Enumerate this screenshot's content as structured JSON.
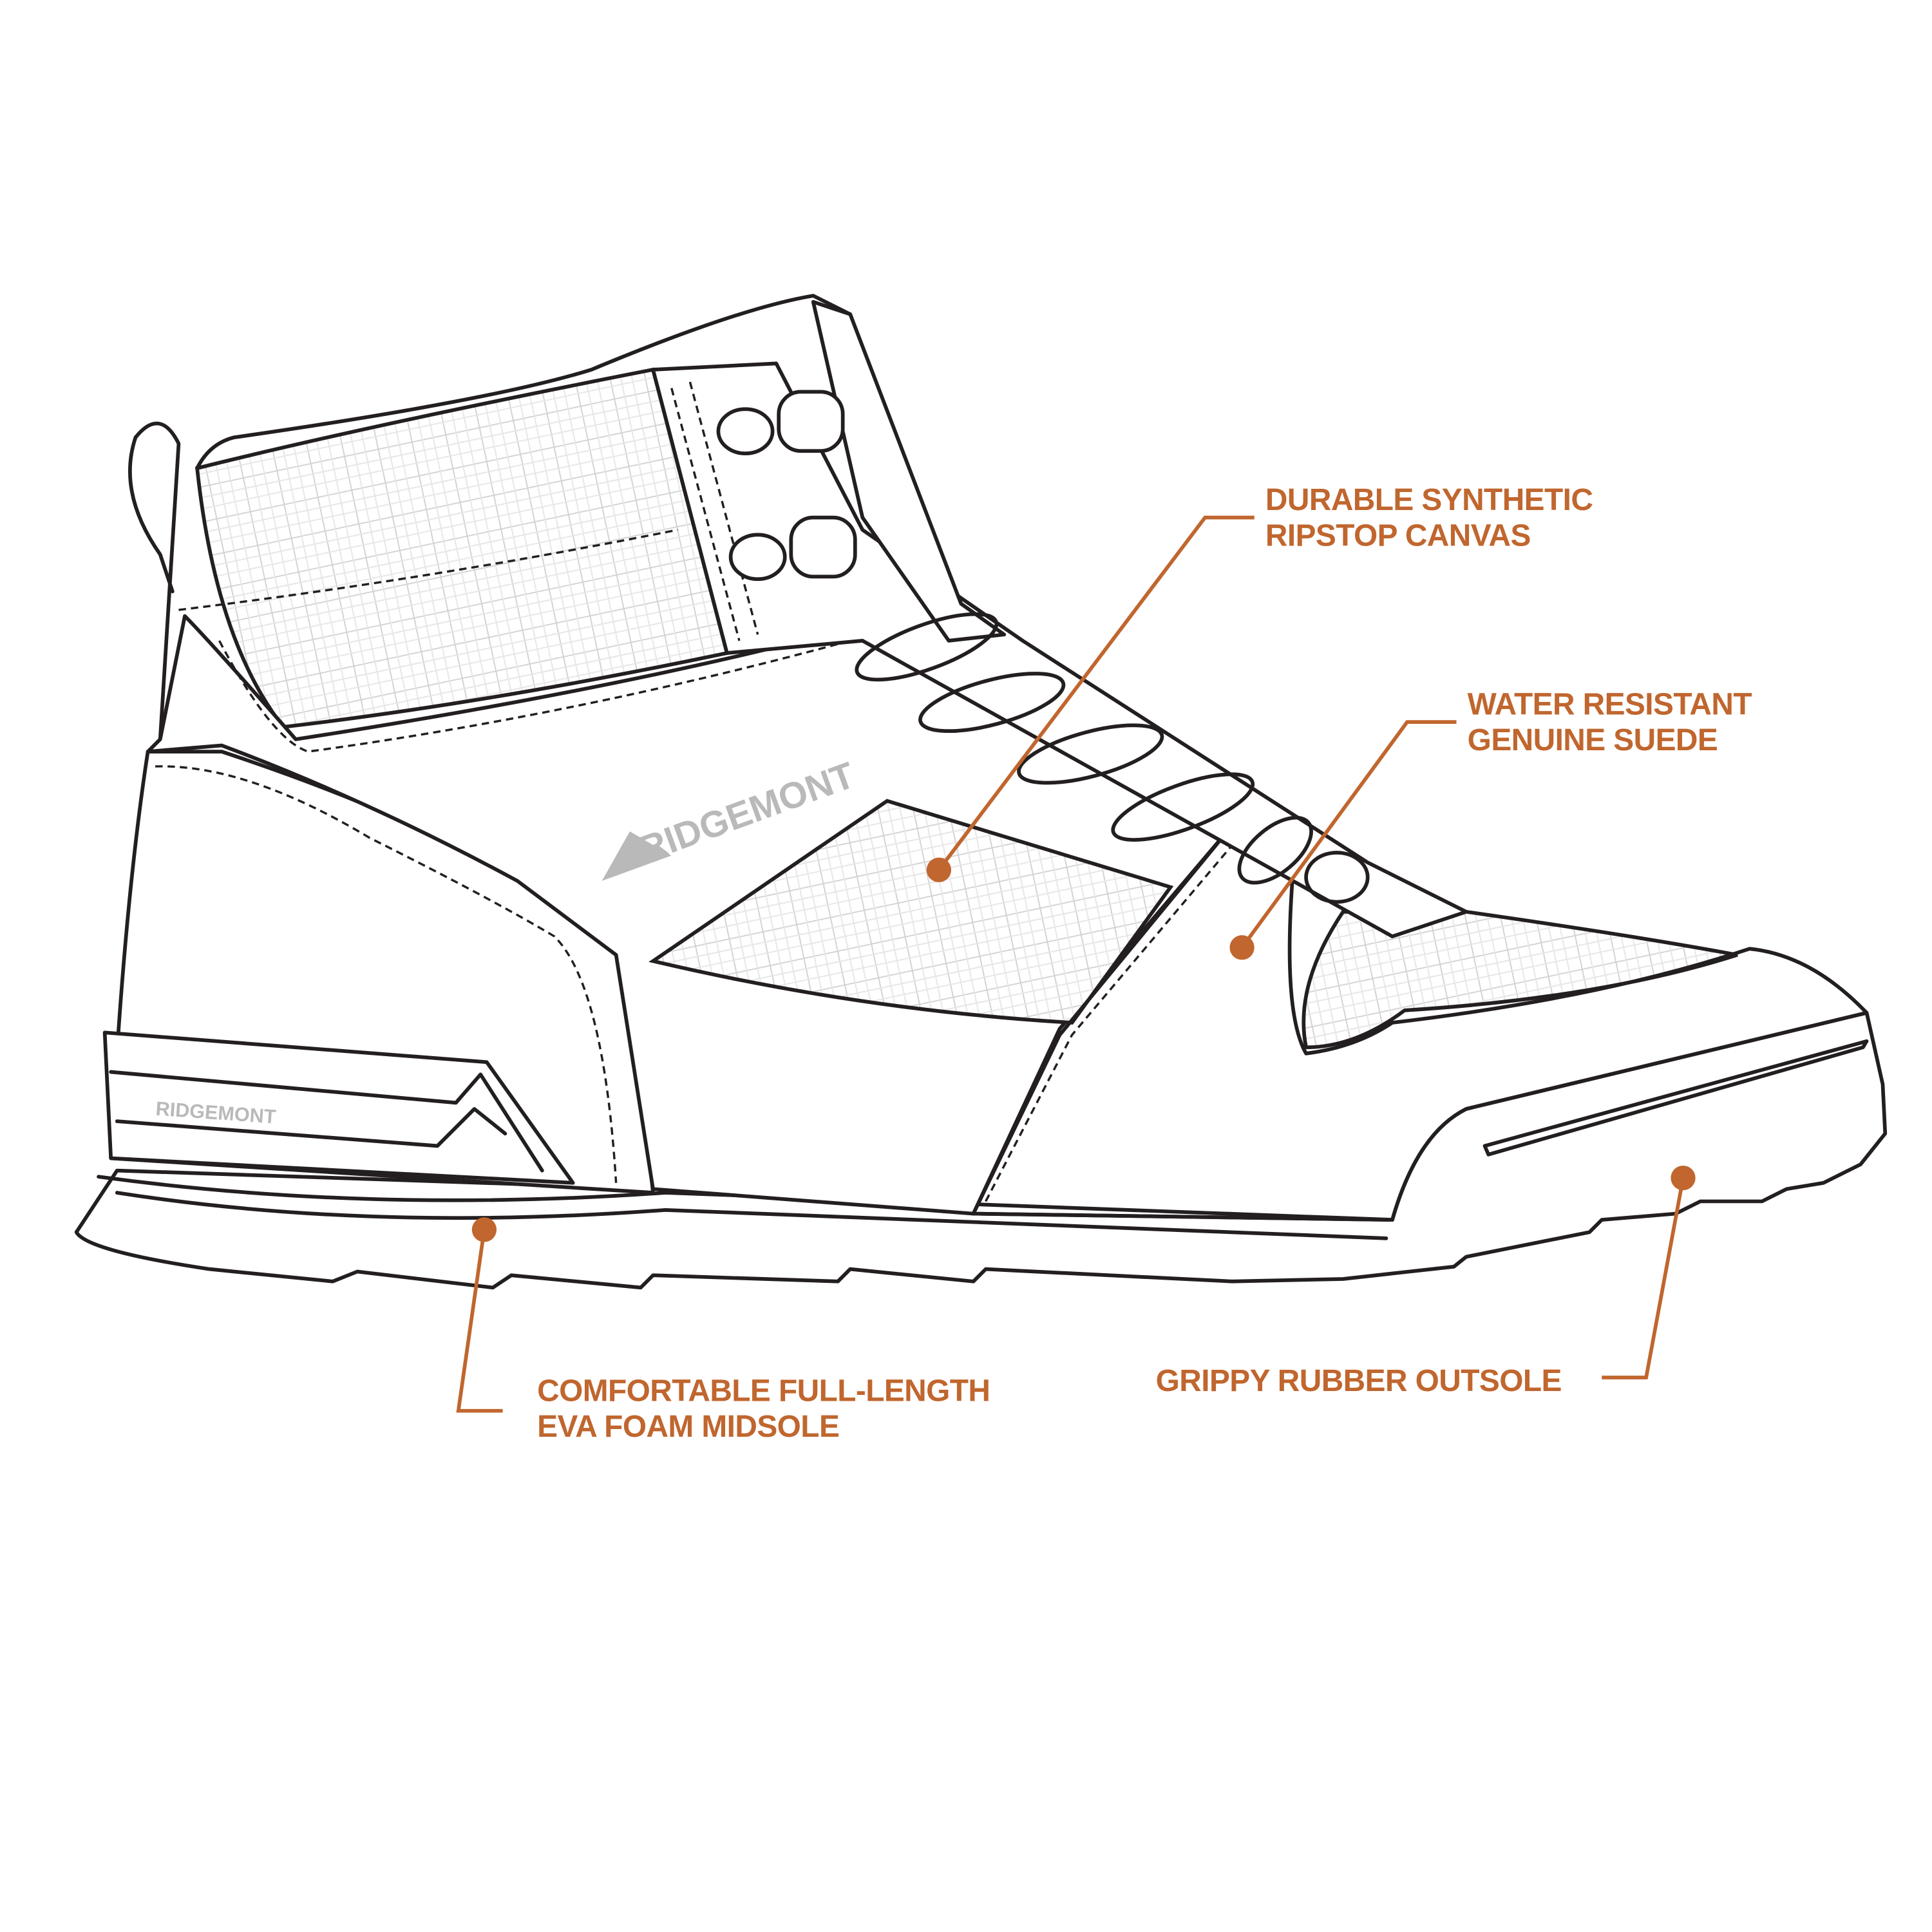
{
  "brand": "RIDGEMONT",
  "accent_color": "#c0662e",
  "callouts": [
    {
      "id": "upper",
      "lines": [
        "DURABLE SYNTHETIC",
        "RIPSTOP CANVAS"
      ]
    },
    {
      "id": "suede",
      "lines": [
        "WATER RESISTANT",
        "GENUINE SUEDE"
      ]
    },
    {
      "id": "midsole",
      "lines": [
        "COMFORTABLE FULL-LENGTH",
        "EVA FOAM MIDSOLE"
      ]
    },
    {
      "id": "outsole",
      "lines": [
        "GRIPPY RUBBER OUTSOLE"
      ]
    }
  ]
}
